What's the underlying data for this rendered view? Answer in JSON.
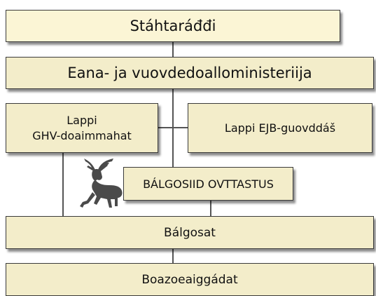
{
  "boxes": {
    "state_council": "Stáhtaráđđi",
    "ministry": "Eana- ja vuovdedoalloministeriija",
    "lapland_authorities": "Lappi\nGHV-doaimmahat",
    "lapland_center": "Lappi EJB-guovddáš",
    "association": "BÁLGOSIID OVTTASTUS",
    "herding_districts": "Bálgosat",
    "reindeer_owners": "Boazoeaiggádat"
  },
  "colors": {
    "box_fill_top": "#fbf5d5",
    "box_fill": "#f3edca",
    "border": "#3a3a3a",
    "connector": "#555555",
    "reindeer_logo": "#4a4a4a"
  },
  "icons": {
    "logo": "reindeer-logo-icon"
  }
}
